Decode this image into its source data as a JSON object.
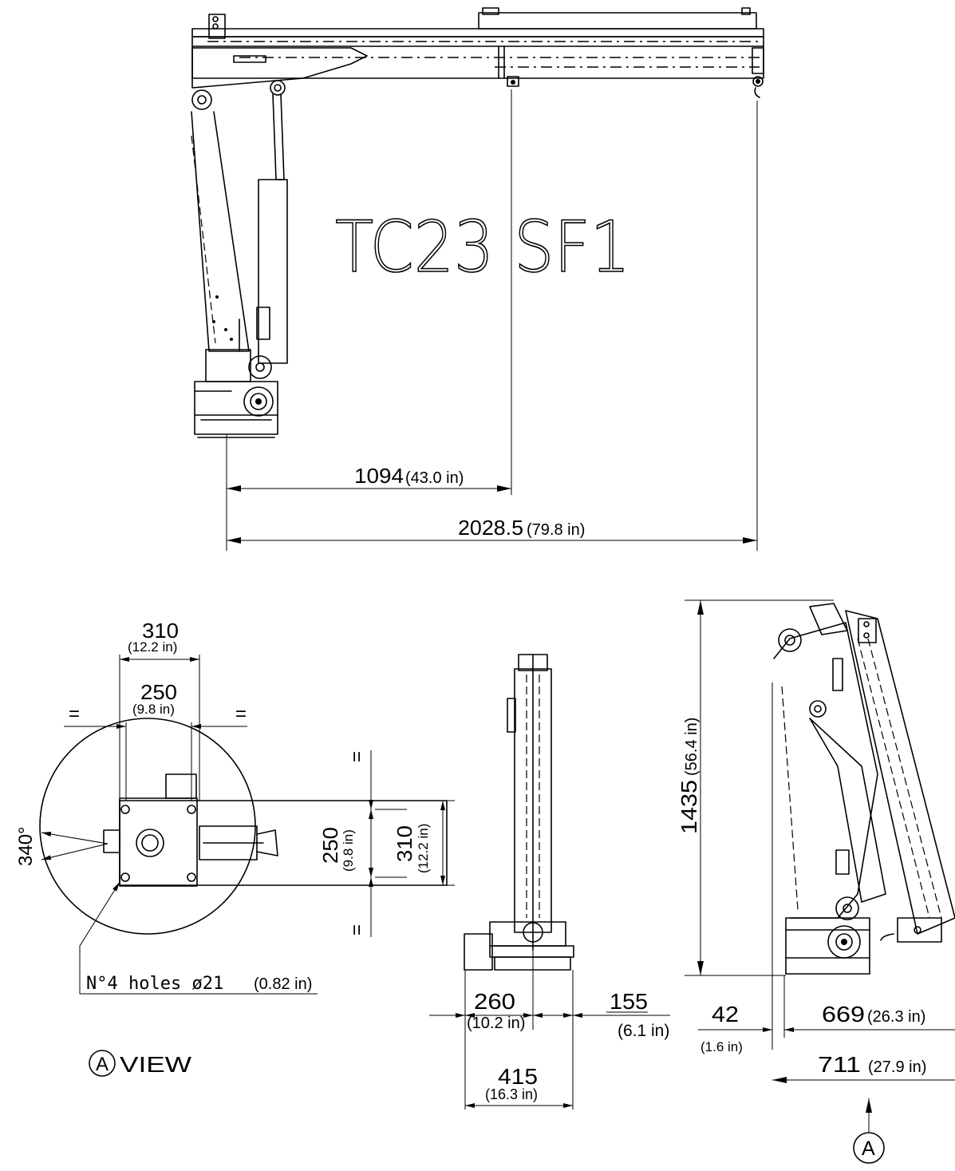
{
  "title": "TC23 SF1",
  "dims": {
    "reach_short": "1094",
    "reach_short_in": "(43.0 in)",
    "reach_long": "2028.5",
    "reach_long_in": "(79.8 in)",
    "width_310": "310",
    "width_310_in": "(12.2 in)",
    "width_250": "250",
    "width_250_in": "(9.8 in)",
    "equal": "=",
    "rotation": "340°",
    "holes_label": "N°4 holes ø21",
    "holes_in": "(0.82 in)",
    "view_letter": "A",
    "view_word": "VIEW",
    "d260": "260",
    "d260_in": "(10.2 in)",
    "d155": "155",
    "d155_in": "(6.1 in)",
    "d415": "415",
    "d415_in": "(16.3 in)",
    "height": "1435",
    "height_in": "(56.4 in)",
    "d42": "42",
    "d42_in": "(1.6 in)",
    "d669": "669",
    "d669_in": "(26.3 in)",
    "d711": "711",
    "d711_in": "(27.9 in)",
    "arrow_letter": "A"
  }
}
